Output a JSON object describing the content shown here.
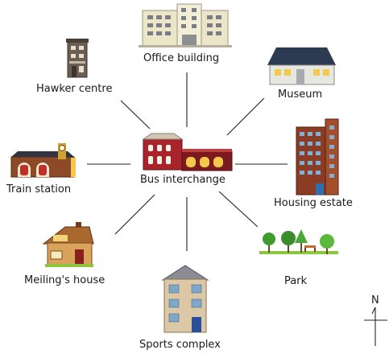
{
  "diagram": {
    "center": {
      "label": "Bus interchange",
      "icon": "bus-interchange-icon"
    },
    "places": [
      {
        "id": "office-building",
        "label": "Office building",
        "icon": "office-building-icon"
      },
      {
        "id": "hawker-centre",
        "label": "Hawker centre",
        "icon": "hawker-centre-icon"
      },
      {
        "id": "museum",
        "label": "Museum",
        "icon": "museum-icon"
      },
      {
        "id": "train-station",
        "label": "Train station",
        "icon": "train-station-icon"
      },
      {
        "id": "housing-estate",
        "label": "Housing estate",
        "icon": "housing-estate-icon"
      },
      {
        "id": "meilings-house",
        "label": "Meiling's house",
        "icon": "house-icon"
      },
      {
        "id": "park",
        "label": "Park",
        "icon": "park-icon"
      },
      {
        "id": "sports-complex",
        "label": "Sports complex",
        "icon": "sports-complex-icon"
      }
    ],
    "compass": {
      "label": "N",
      "icon": "north-arrow-icon"
    }
  }
}
